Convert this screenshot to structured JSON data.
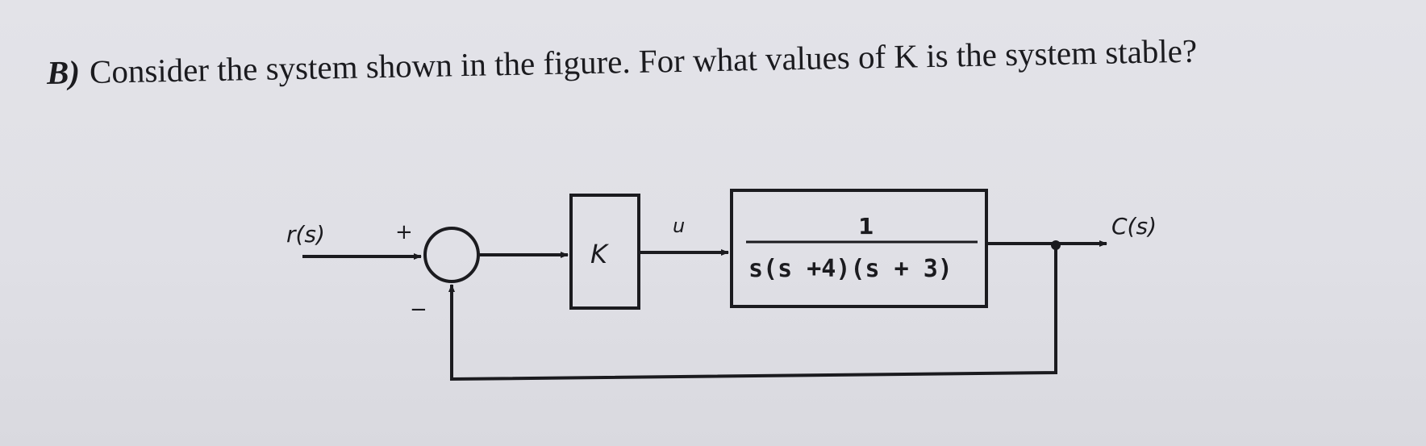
{
  "question": {
    "label": "B)",
    "text": "Consider the system shown in the figure. For what values of K is the system stable?"
  },
  "diagram": {
    "input_label": "r(s)",
    "plus_sign": "+",
    "minus_sign": "−",
    "gain_label": "K",
    "signal_label": "u",
    "plant": {
      "numerator": "1",
      "denominator": "s(s +4)(s + 3)"
    },
    "output_label": "C(s)"
  },
  "colors": {
    "ink": "#1b1b1f",
    "background": "#e2e2e7"
  }
}
